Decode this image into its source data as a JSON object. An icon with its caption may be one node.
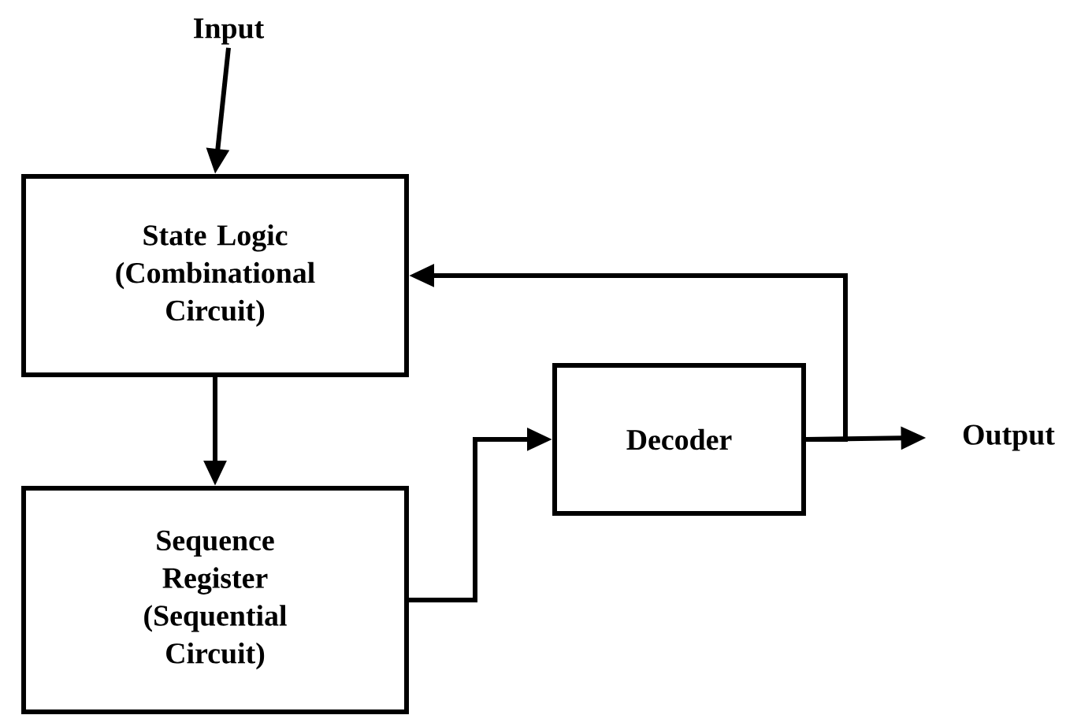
{
  "diagram": {
    "nodes": [
      {
        "text": [
          "Input"
        ]
      },
      {
        "text": [
          "State Logic (Combinational Circuit)"
        ]
      },
      {
        "text": [
          "Sequence Register (Sequential Circuit)"
        ]
      },
      {
        "text": [
          "Decoder"
        ]
      },
      {
        "text": [
          "Output"
        ]
      }
    ],
    "edges": [
      {
        "from": 0,
        "to": 1,
        "arrow": "to"
      },
      {
        "from": 1,
        "to": 2,
        "arrow": "to"
      },
      {
        "from": 2,
        "to": 3,
        "arrow": "to"
      },
      {
        "from": 3,
        "to": 4,
        "arrow": "to"
      },
      {
        "from": 3,
        "to": 1,
        "arrow": "to"
      }
    ]
  }
}
